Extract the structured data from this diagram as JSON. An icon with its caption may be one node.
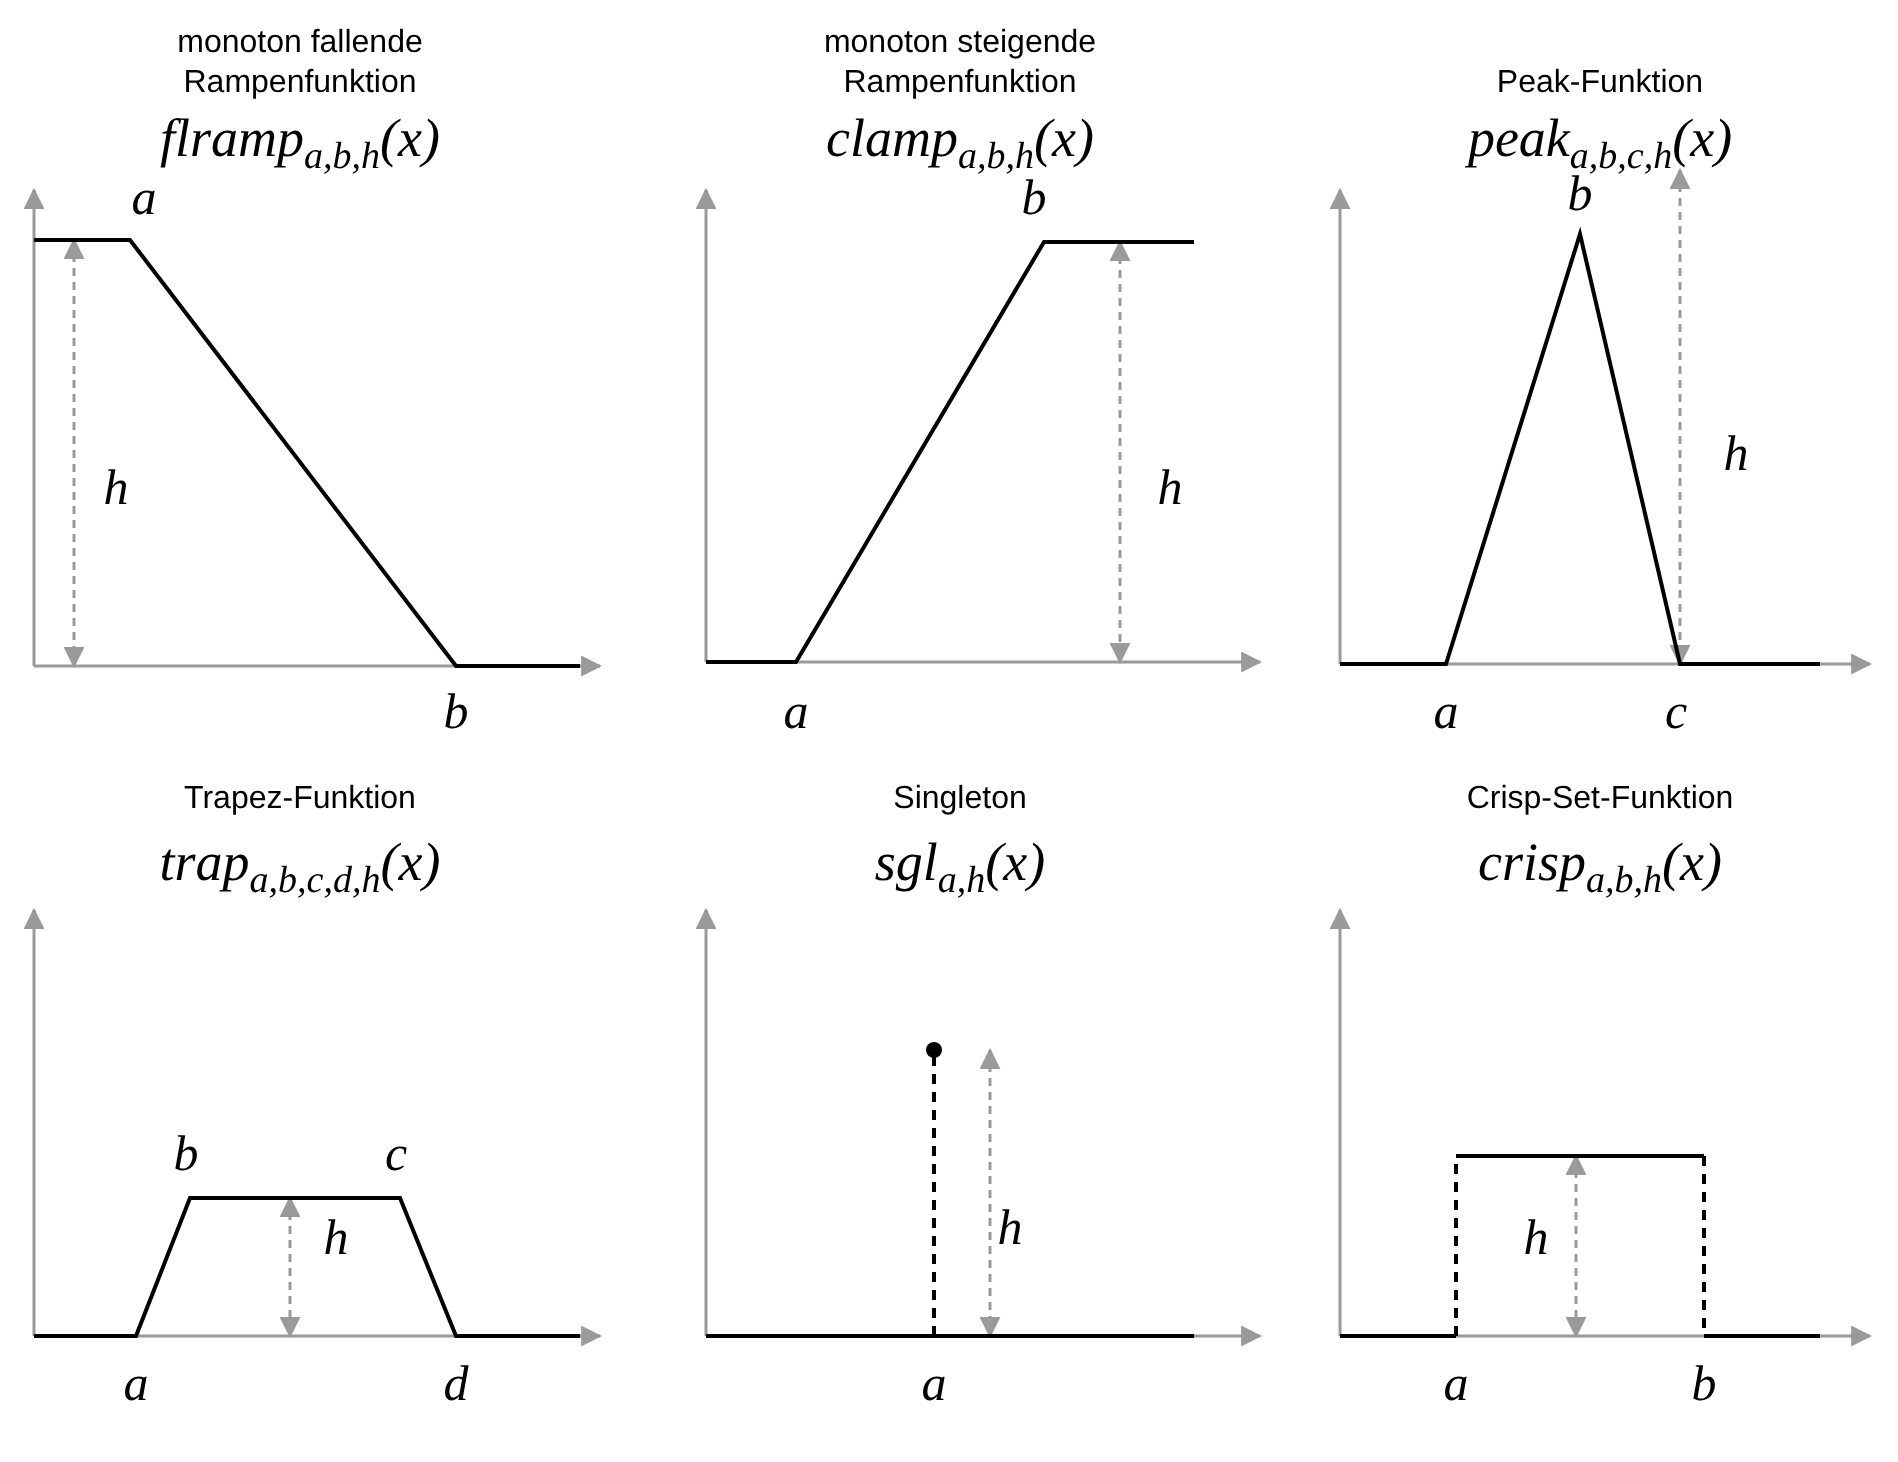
{
  "diagram": {
    "labels": [
      "monoton fallende Rampenfunktion",
      "flramp$_{a,b,h}$(x)",
      "a",
      "h",
      "b",
      "monoton steigende Rampenfunktion",
      "clamp$_{a,b,h}$(x)",
      "b",
      "h",
      "a",
      "Peak-Funktion",
      "peak$_{a,b,c,h}$(x)",
      "b",
      "h",
      "a",
      "c",
      "Trapez-Funktion",
      "trap$_{a,b,c,d,h}$(x)",
      "b",
      "c",
      "h",
      "a",
      "d",
      "Singleton",
      "sgl$_{a,h}$(x)",
      "h",
      "a",
      "Crisp-Set-Funktion",
      "crisp$_{a,b,h}$(x)",
      "h",
      "a",
      "b"
    ]
  }
}
